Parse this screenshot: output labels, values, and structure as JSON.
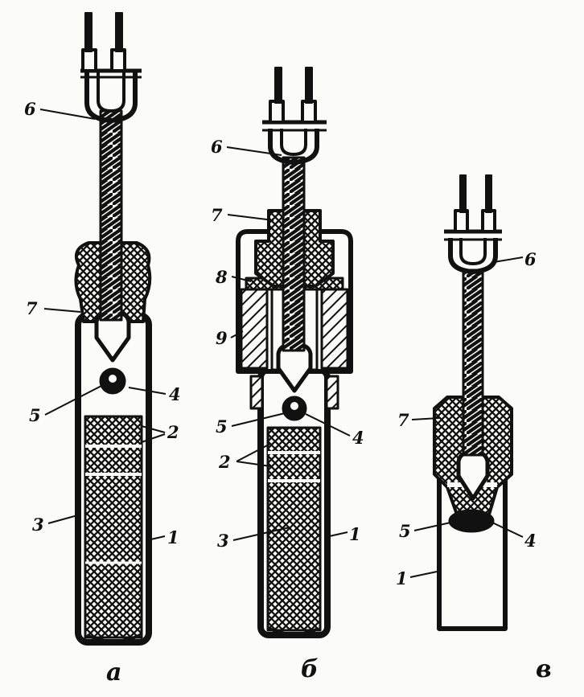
{
  "figure": {
    "callouts": {
      "a": {
        "n1": "1",
        "n2": "2",
        "n3": "3",
        "n4": "4",
        "n5": "5",
        "n6": "6",
        "n7": "7"
      },
      "b": {
        "n1": "1",
        "n2": "2",
        "n3": "3",
        "n4": "4",
        "n5": "5",
        "n6": "6",
        "n7": "7",
        "n8": "8",
        "n9": "9"
      },
      "c": {
        "n1": "1",
        "n4": "4",
        "n5": "5",
        "n6": "6",
        "n7": "7"
      }
    },
    "captions": {
      "a": "а",
      "b": "б",
      "c": "в"
    },
    "colors": {
      "ink": "#111111",
      "paper": "#fbfbf9"
    }
  }
}
